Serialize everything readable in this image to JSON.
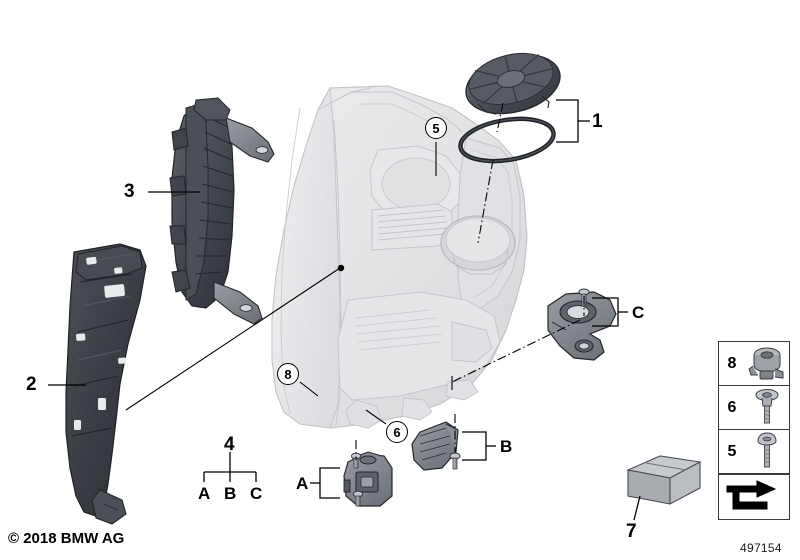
{
  "diagram": {
    "title_id": "497154",
    "copyright": "© 2018 BMW AG",
    "callouts": {
      "part_1": "1",
      "part_2": "2",
      "part_3": "3",
      "part_4": "4",
      "part_7": "7",
      "circle_5": "5",
      "circle_6": "6",
      "circle_8": "8",
      "bracket_a": "A",
      "bracket_b": "B",
      "bracket_c": "C",
      "group_a": "A",
      "group_b": "B",
      "group_c": "C"
    },
    "legend": {
      "rows": [
        {
          "number": "8",
          "icon": "actuator-motor-icon"
        },
        {
          "number": "6",
          "icon": "flange-screw-icon"
        },
        {
          "number": "5",
          "icon": "pan-head-screw-icon"
        }
      ],
      "arrow_icon": "bent-arrow-icon"
    },
    "colors": {
      "line": "#000000",
      "housing_fill": "#e3e3e5",
      "housing_stroke": "#bcbcc0",
      "dark_part": "#3c4045",
      "mid_part": "#7e8288",
      "light_part": "#b9bcc0",
      "box_part": "#9ea2a6",
      "background": "#ffffff"
    }
  }
}
